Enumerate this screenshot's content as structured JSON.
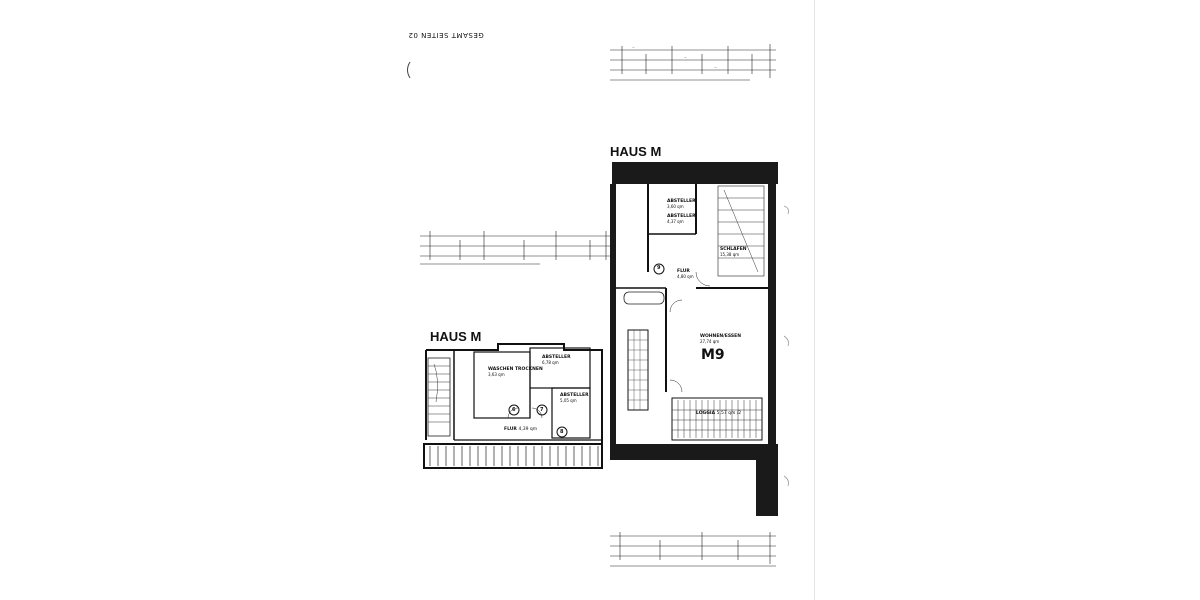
{
  "page": {
    "header_upside_down": "GESAMT SEITEN 02"
  },
  "left_plan": {
    "title": "HAUS M",
    "rooms": {
      "waschen": {
        "name": "WASCHEN TROCKNEN",
        "area": "3,63 qm"
      },
      "abstell_1": {
        "name": "ABSTELLER",
        "area": "6,78 qm"
      },
      "abstell_2": {
        "name": "ABSTELLER",
        "area": "5,05 qm"
      },
      "flur": {
        "name": "FLUR",
        "area": "4,39 qm"
      }
    },
    "markers": [
      "6",
      "7",
      "8"
    ]
  },
  "right_plan": {
    "title": "HAUS M",
    "unit": "M9",
    "rooms": {
      "abstell_1": {
        "name": "ABSTELLER",
        "area": "3,60 qm"
      },
      "abstell_2": {
        "name": "ABSTELLER",
        "area": "4,37 qm"
      },
      "schlafen": {
        "name": "SCHLAFEN",
        "area": "15,38 qm"
      },
      "flur": {
        "name": "FLUR",
        "area": "4,80 qm"
      },
      "wohnen": {
        "name": "WOHNEN/ESSEN",
        "area": "27,74 qm"
      },
      "loggia": {
        "name": "LOGGIA",
        "area": "5,57 qm /2"
      }
    },
    "markers": [
      "9"
    ]
  }
}
